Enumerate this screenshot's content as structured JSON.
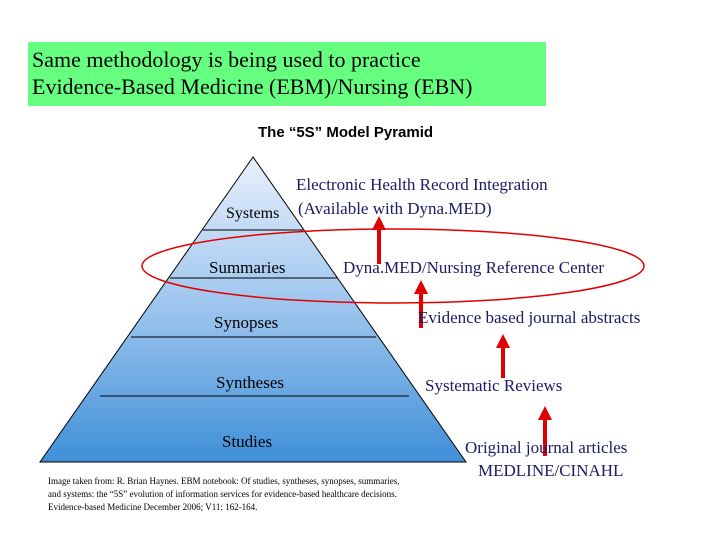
{
  "title": {
    "line1": "Same methodology is being used to practice",
    "line2": "Evidence-Based Medicine (EBM)/Nursing (EBN)"
  },
  "pyramid": {
    "heading": "The “5S” Model Pyramid",
    "levels": [
      "Systems",
      "Summaries",
      "Synopses",
      "Syntheses",
      "Studies"
    ]
  },
  "annotations": {
    "systems_line1": "Electronic Health Record Integration",
    "systems_line2": "(Available with Dyna.MED)",
    "summaries": "Dyna.MED/Nursing Reference Center",
    "synopses": "Evidence based journal abstracts",
    "syntheses": "Systematic Reviews",
    "studies_line1": "Original journal articles",
    "studies_line2": "MEDLINE/CINAHL"
  },
  "citation": {
    "line1": "Image taken from: R. Brian Haynes. EBM notebook: Of studies, syntheses, synopses, summaries,",
    "line2": "and systems: the “5S” evolution of information services for evidence-based healthcare decisions.",
    "line3": "Evidence-based Medicine December 2006; V11: 162-164."
  },
  "colors": {
    "title_background": "#66ff80",
    "pyramid_top": "#e8f0fb",
    "pyramid_bottom": "#3f8fd8",
    "arrow": "#e00000",
    "ellipse": "#e00000"
  },
  "icons": [
    "up-arrow-icon"
  ]
}
